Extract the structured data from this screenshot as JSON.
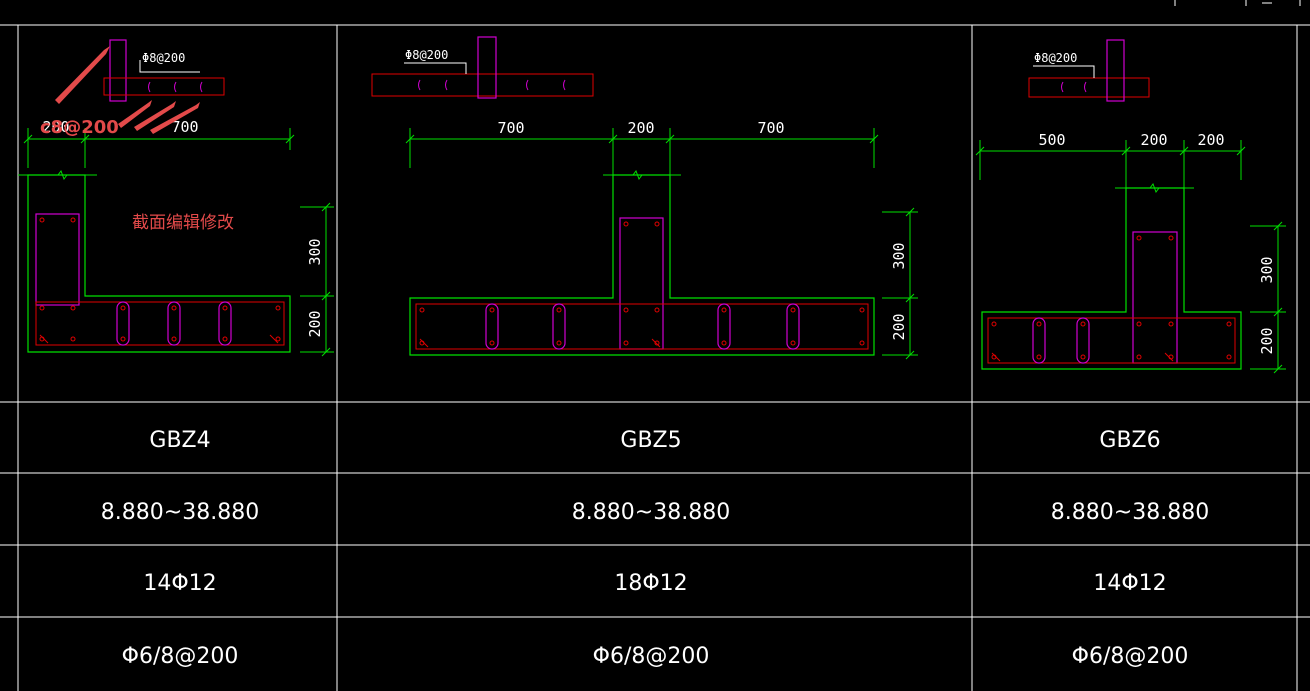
{
  "colors": {
    "background": "#000000",
    "grid": "#ffffff",
    "outline": "#00e000",
    "stirrup": "#d000d0",
    "rebar": "#e00000",
    "annotation": "#e34a4a"
  },
  "annotations": {
    "edit_note": "截面编辑修改",
    "stirrup_note": "c8@200"
  },
  "columns": [
    {
      "name": "GBZ4",
      "elevation": "8.880~38.880",
      "longitudinal": "14Φ12",
      "stirrups": "Φ6/8@200",
      "callout": "Φ8@200",
      "dims_h": [
        "200",
        "700"
      ],
      "dims_v": [
        "300",
        "200"
      ]
    },
    {
      "name": "GBZ5",
      "elevation": "8.880~38.880",
      "longitudinal": "18Φ12",
      "stirrups": "Φ6/8@200",
      "callout": "Φ8@200",
      "dims_h": [
        "700",
        "200",
        "700"
      ],
      "dims_v": [
        "300",
        "200"
      ]
    },
    {
      "name": "GBZ6",
      "elevation": "8.880~38.880",
      "longitudinal": "14Φ12",
      "stirrups": "Φ6/8@200",
      "callout": "Φ8@200",
      "dims_h": [
        "500",
        "200",
        "200"
      ],
      "dims_v": [
        "300",
        "200"
      ]
    }
  ]
}
